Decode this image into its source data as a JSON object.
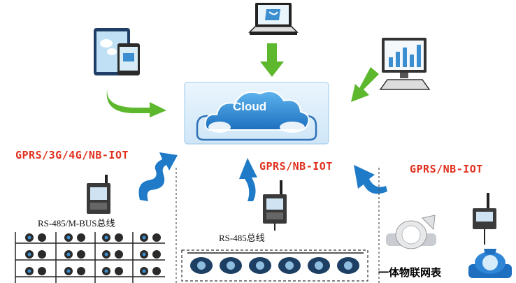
{
  "cloud": {
    "label": "Cloud"
  },
  "links": {
    "left": "GPRS/3G/4G/NB-IOT",
    "center": "GPRS/NB-IOT",
    "right": "GPRS/NB-IOT"
  },
  "buses": {
    "left": "RS-485/M-BUS总线",
    "center": "RS-485总线"
  },
  "meter_caption": "一体物联网表",
  "colors": {
    "cloud": "#2f8fd6",
    "arrow_green": "#5db82e",
    "arrow_blue": "#1f7ac8",
    "label_red": "#e0301e"
  }
}
